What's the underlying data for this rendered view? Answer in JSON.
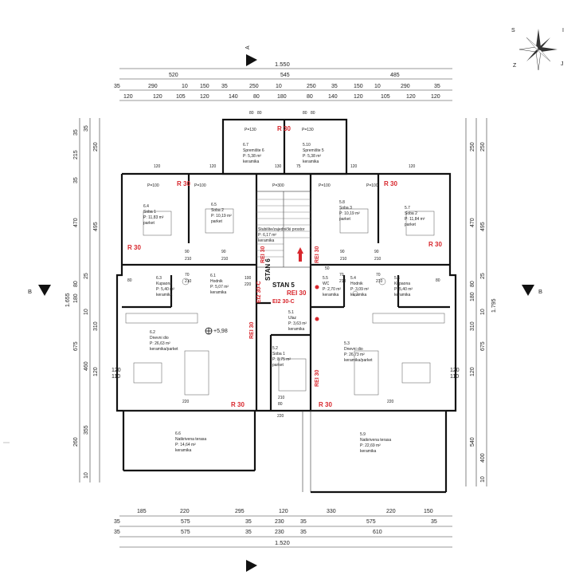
{
  "section_markers": {
    "top": "A",
    "left": "B",
    "right": "B"
  },
  "top_dims": {
    "total": "1.550",
    "row2": [
      "520",
      "545",
      "485"
    ],
    "row3": [
      "35",
      "290",
      "10",
      "150",
      "35",
      "250",
      "10",
      "250",
      "35",
      "150",
      "10",
      "290",
      "35"
    ],
    "row4": [
      "120",
      "120",
      "105",
      "120",
      "140",
      "80",
      "180",
      "80",
      "140",
      "120",
      "105",
      "120",
      "120"
    ]
  },
  "bottom_dims": {
    "row1": [
      "185",
      "220",
      "295",
      "120",
      "330",
      "220",
      "150"
    ],
    "row2": [
      "35",
      "575",
      "35",
      "230",
      "35",
      "575",
      "35"
    ],
    "row3": [
      "35",
      "575",
      "35",
      "230",
      "35",
      "610"
    ],
    "total": "1.520"
  },
  "left_dims": {
    "outer": [
      "35",
      "215",
      "35",
      "470",
      "80",
      "180",
      "10",
      "675",
      "460",
      "260",
      "355",
      "10"
    ],
    "mid": [
      "35",
      "250",
      "495",
      "25",
      "310",
      "120",
      "10"
    ],
    "total": "1.655",
    "window": [
      "120",
      "110"
    ]
  },
  "right_dims": {
    "outer": [
      "250",
      "470",
      "80",
      "675",
      "540",
      "400",
      "10"
    ],
    "mid": [
      "250",
      "495",
      "25",
      "180",
      "10",
      "310",
      "120",
      "10"
    ],
    "total": "1.795",
    "window": [
      "120",
      "110"
    ]
  },
  "rooms": [
    {
      "id": "6.7",
      "name": "Spremište 6",
      "area": "P: 5,38 m²",
      "floor": "keramika"
    },
    {
      "id": "5.10",
      "name": "Spremište 5",
      "area": "P: 5,38 m²",
      "floor": "keramika"
    },
    {
      "id": "6.4",
      "name": "Soba 1",
      "area": "P: 11,83 m²",
      "floor": "parket"
    },
    {
      "id": "6.5",
      "name": "Soba 2",
      "area": "P: 10,19 m²",
      "floor": "parket"
    },
    {
      "id": "5.8",
      "name": "Soba 3",
      "area": "P: 10,19 m²",
      "floor": "parket"
    },
    {
      "id": "5.7",
      "name": "Soba 2",
      "area": "P: 11,84 m²",
      "floor": "parket"
    },
    {
      "id": "6.3",
      "name": "Kupaona",
      "area": "P: 5,40 m²",
      "floor": "keramika"
    },
    {
      "id": "6.1",
      "name": "Hodnik",
      "area": "P: 5,07 m²",
      "floor": "keramika"
    },
    {
      "id": "5.5",
      "name": "WC",
      "area": "P: 2,70 m²",
      "floor": "keramika"
    },
    {
      "id": "5.4",
      "name": "Hodnik",
      "area": "P: 3,09 m²",
      "floor": "keramika"
    },
    {
      "id": "5.6",
      "name": "Kupaona",
      "area": "P: 5,40 m²",
      "floor": "keramika"
    },
    {
      "id": "6.2",
      "name": "Dnevni dio",
      "area": "P: 26,63 m²",
      "floor": "keramika/parket"
    },
    {
      "id": "5.1",
      "name": "Ulaz",
      "area": "P: 3,63 m²",
      "floor": "keramika"
    },
    {
      "id": "5.2",
      "name": "Soba 1",
      "area": "P: 8,75 m²",
      "floor": "parket"
    },
    {
      "id": "5.3",
      "name": "Dnevni dio",
      "area": "P: 26,73 m²",
      "floor": "keramika/parket"
    },
    {
      "id": "6.6",
      "name": "Natkrivena terasa",
      "area": "P: 14,64 m²",
      "floor": "keramika"
    },
    {
      "id": "5.9",
      "name": "Natkrivena terasa",
      "area": "P: 22,69 m²",
      "floor": "keramika"
    }
  ],
  "stair": {
    "label": "Stubište/zajednički prostor",
    "area": "P: 6,17 m²",
    "floor": "keramika"
  },
  "fire_labels": {
    "r30": "R 30",
    "rei30": "REI 30",
    "ei230c": "EI2 30-C"
  },
  "apartments": {
    "stan5": "STAN 5",
    "stan6": "STAN 6"
  },
  "level": "+5,98",
  "p_labels": {
    "p100": "P=100",
    "p130": "P=130",
    "p300": "P=300"
  },
  "door_dims": {
    "w90": "90",
    "w210": "210",
    "w70": "70",
    "w100": "100",
    "w220": "220",
    "w80": "80",
    "w120": "120",
    "w110": "110",
    "w130": "130",
    "w75": "75",
    "w50": "50"
  },
  "compass": {
    "n": "S",
    "e": "I",
    "s": "J",
    "w": "Z"
  }
}
